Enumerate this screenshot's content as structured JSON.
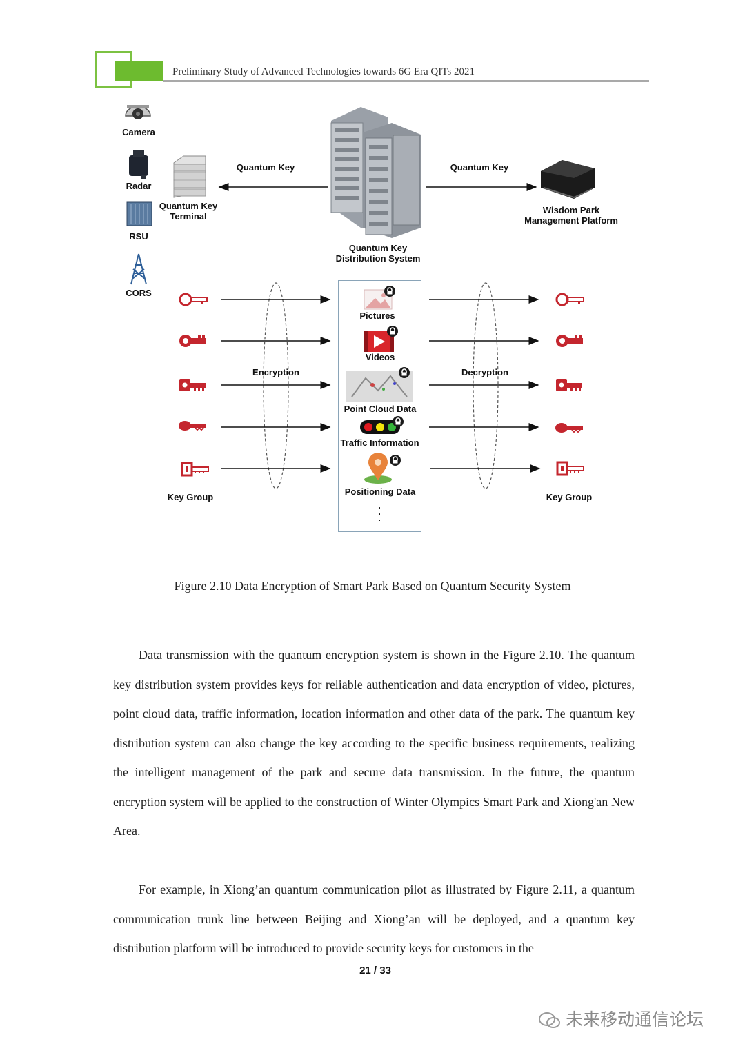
{
  "header": {
    "title": "Preliminary Study of Advanced Technologies towards 6G Era QITs 2021"
  },
  "diagram": {
    "devices": [
      "Camera",
      "Radar",
      "RSU",
      "CORS"
    ],
    "terminal_line1": "Quantum Key",
    "terminal_line2": "Terminal",
    "qkd_line1": "Quantum Key",
    "qkd_line2": "Distribution System",
    "arrow_left_label": "Quantum Key",
    "arrow_right_label": "Quantum Key",
    "platform_line1": "Wisdom Park",
    "platform_line2": "Management Platform",
    "encryption_label": "Encryption",
    "decryption_label": "Decryption",
    "key_group_left": "Key Group",
    "key_group_right": "Key Group",
    "data_items": [
      "Pictures",
      "Videos",
      "Point Cloud Data",
      "Traffic Information",
      "Positioning Data"
    ],
    "more_marker": ".\n.\n.",
    "colors": {
      "key_red": "#c4262e",
      "accent_green": "#6dbb2f",
      "header_rule": "#a9a9a9"
    },
    "icons": [
      "camera-icon",
      "radar-icon",
      "rsu-icon",
      "cors-tower-icon",
      "server-icon",
      "key-icon",
      "lock-icon",
      "picture-icon",
      "video-icon",
      "traffic-light-icon",
      "location-pin-icon"
    ]
  },
  "figure_caption": "Figure 2.10 Data Encryption of Smart Park Based on Quantum Security System",
  "paragraphs": [
    "Data transmission with the quantum encryption system is shown in the Figure 2.10. The quantum key distribution system provides keys for reliable authentication and data encryption of video, pictures, point cloud data, traffic information, location information and other data of the park. The quantum key distribution system can also change the key according to the specific business requirements, realizing the intelligent management of the park and secure data transmission. In the future, the quantum encryption system will be applied to the construction of Winter Olympics Smart Park and Xiong'an New Area.",
    "For example, in Xiong’an quantum communication pilot as illustrated by Figure 2.11, a quantum communication trunk line between Beijing and Xiong’an will be deployed, and a quantum key distribution platform will be introduced to provide security keys for customers in the"
  ],
  "page_number": "21 / 33",
  "watermark": "未来移动通信论坛"
}
